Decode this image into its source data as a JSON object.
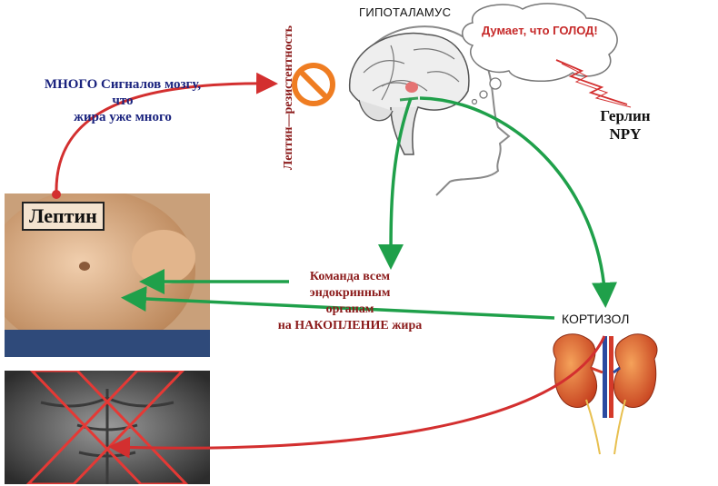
{
  "labels": {
    "many_signals_line1": "МНОГО Сигналов мозгу,",
    "many_signals_line2": "что",
    "many_signals_line3": "жира уже много",
    "leptin_resistance": "Лептин—резистентность",
    "hypothalamus": "ГИПОТАЛАМУС",
    "thinks_hunger": "Думает, что ГОЛОД!",
    "ghrelin": "Герлин",
    "npy": "NPY",
    "leptin": "Лептин",
    "command_line1": "Команда всем",
    "command_line2": "эндокринным",
    "command_line3": "органам",
    "command_line4": "на НАКОПЛЕНИЕ жира",
    "cortisol": "КОРТИЗОЛ"
  },
  "colors": {
    "red_arrow": "#d32f2f",
    "green_arrow": "#1fa04a",
    "blue_text": "#1a237e",
    "darkred_text": "#8b1a1a",
    "prohibit": "#ef7d22"
  },
  "icons": [
    "prohibit-sign-icon",
    "brain-head-icon",
    "thought-cloud-icon",
    "lightning-icon",
    "kidneys-icon",
    "cross-out-icon"
  ]
}
